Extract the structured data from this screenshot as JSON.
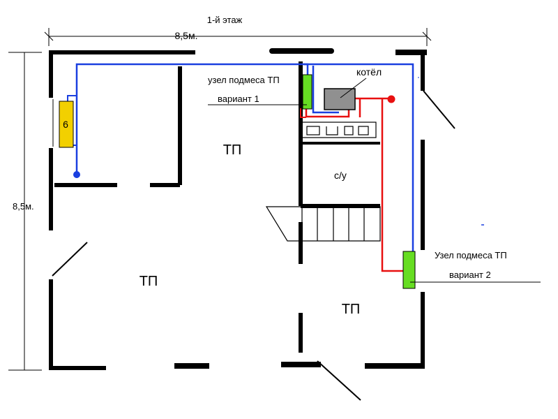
{
  "title": "1-й этаж",
  "dimension_width": "8,5м.",
  "dimension_height": "8,5м.",
  "rooms": {
    "tp_top": "ТП",
    "tp_left": "ТП",
    "tp_right": "ТП",
    "bathroom": "с/у"
  },
  "radiator_label": "6",
  "boiler_label": "котёл",
  "mixing_unit_1": {
    "title": "узел подмеса ТП",
    "variant": "вариант 1"
  },
  "mixing_unit_2": {
    "title": "Узел подмеса ТП",
    "variant": "вариант 2"
  },
  "colors": {
    "wall": "#000000",
    "cold_pipe": "#1a3fe0",
    "hot_pipe": "#e81010",
    "mixing_unit": "#66dd22",
    "radiator": "#f2d000",
    "boiler": "#909090"
  }
}
